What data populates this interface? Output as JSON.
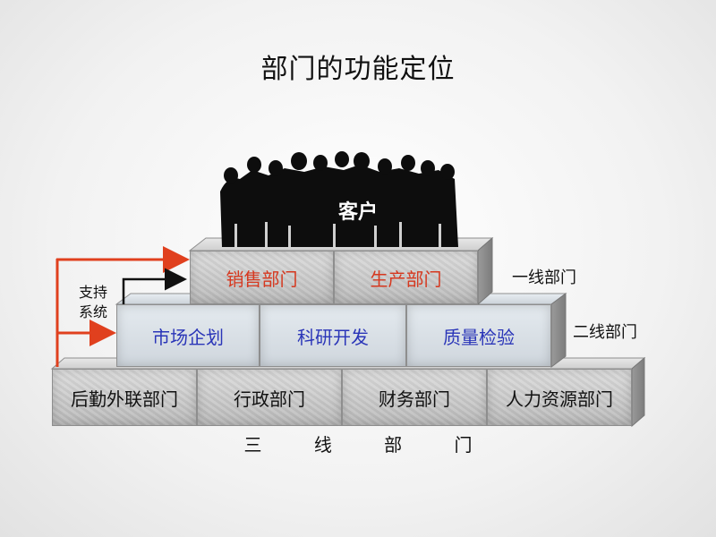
{
  "title": "部门的功能定位",
  "customer_label": "客户",
  "tier1": {
    "label": "一线部门",
    "blocks": [
      "销售部门",
      "生产部门"
    ]
  },
  "tier2": {
    "label": "二线部门",
    "blocks": [
      "市场企划",
      "科研开发",
      "质量检验"
    ]
  },
  "tier3": {
    "label": [
      "三",
      "线",
      "部",
      "门"
    ],
    "blocks": [
      "后勤外联部门",
      "行政部门",
      "财务部门",
      "人力资源部门"
    ]
  },
  "support_label": [
    "支持",
    "系统"
  ],
  "colors": {
    "tier1_text": "#d6381f",
    "tier2_text": "#2a35b8",
    "tier3_text": "#111111",
    "arrow_red": "#e0401e",
    "arrow_black": "#111111"
  },
  "icons": [
    "people-silhouette-icon",
    "arrow-right-icon"
  ]
}
